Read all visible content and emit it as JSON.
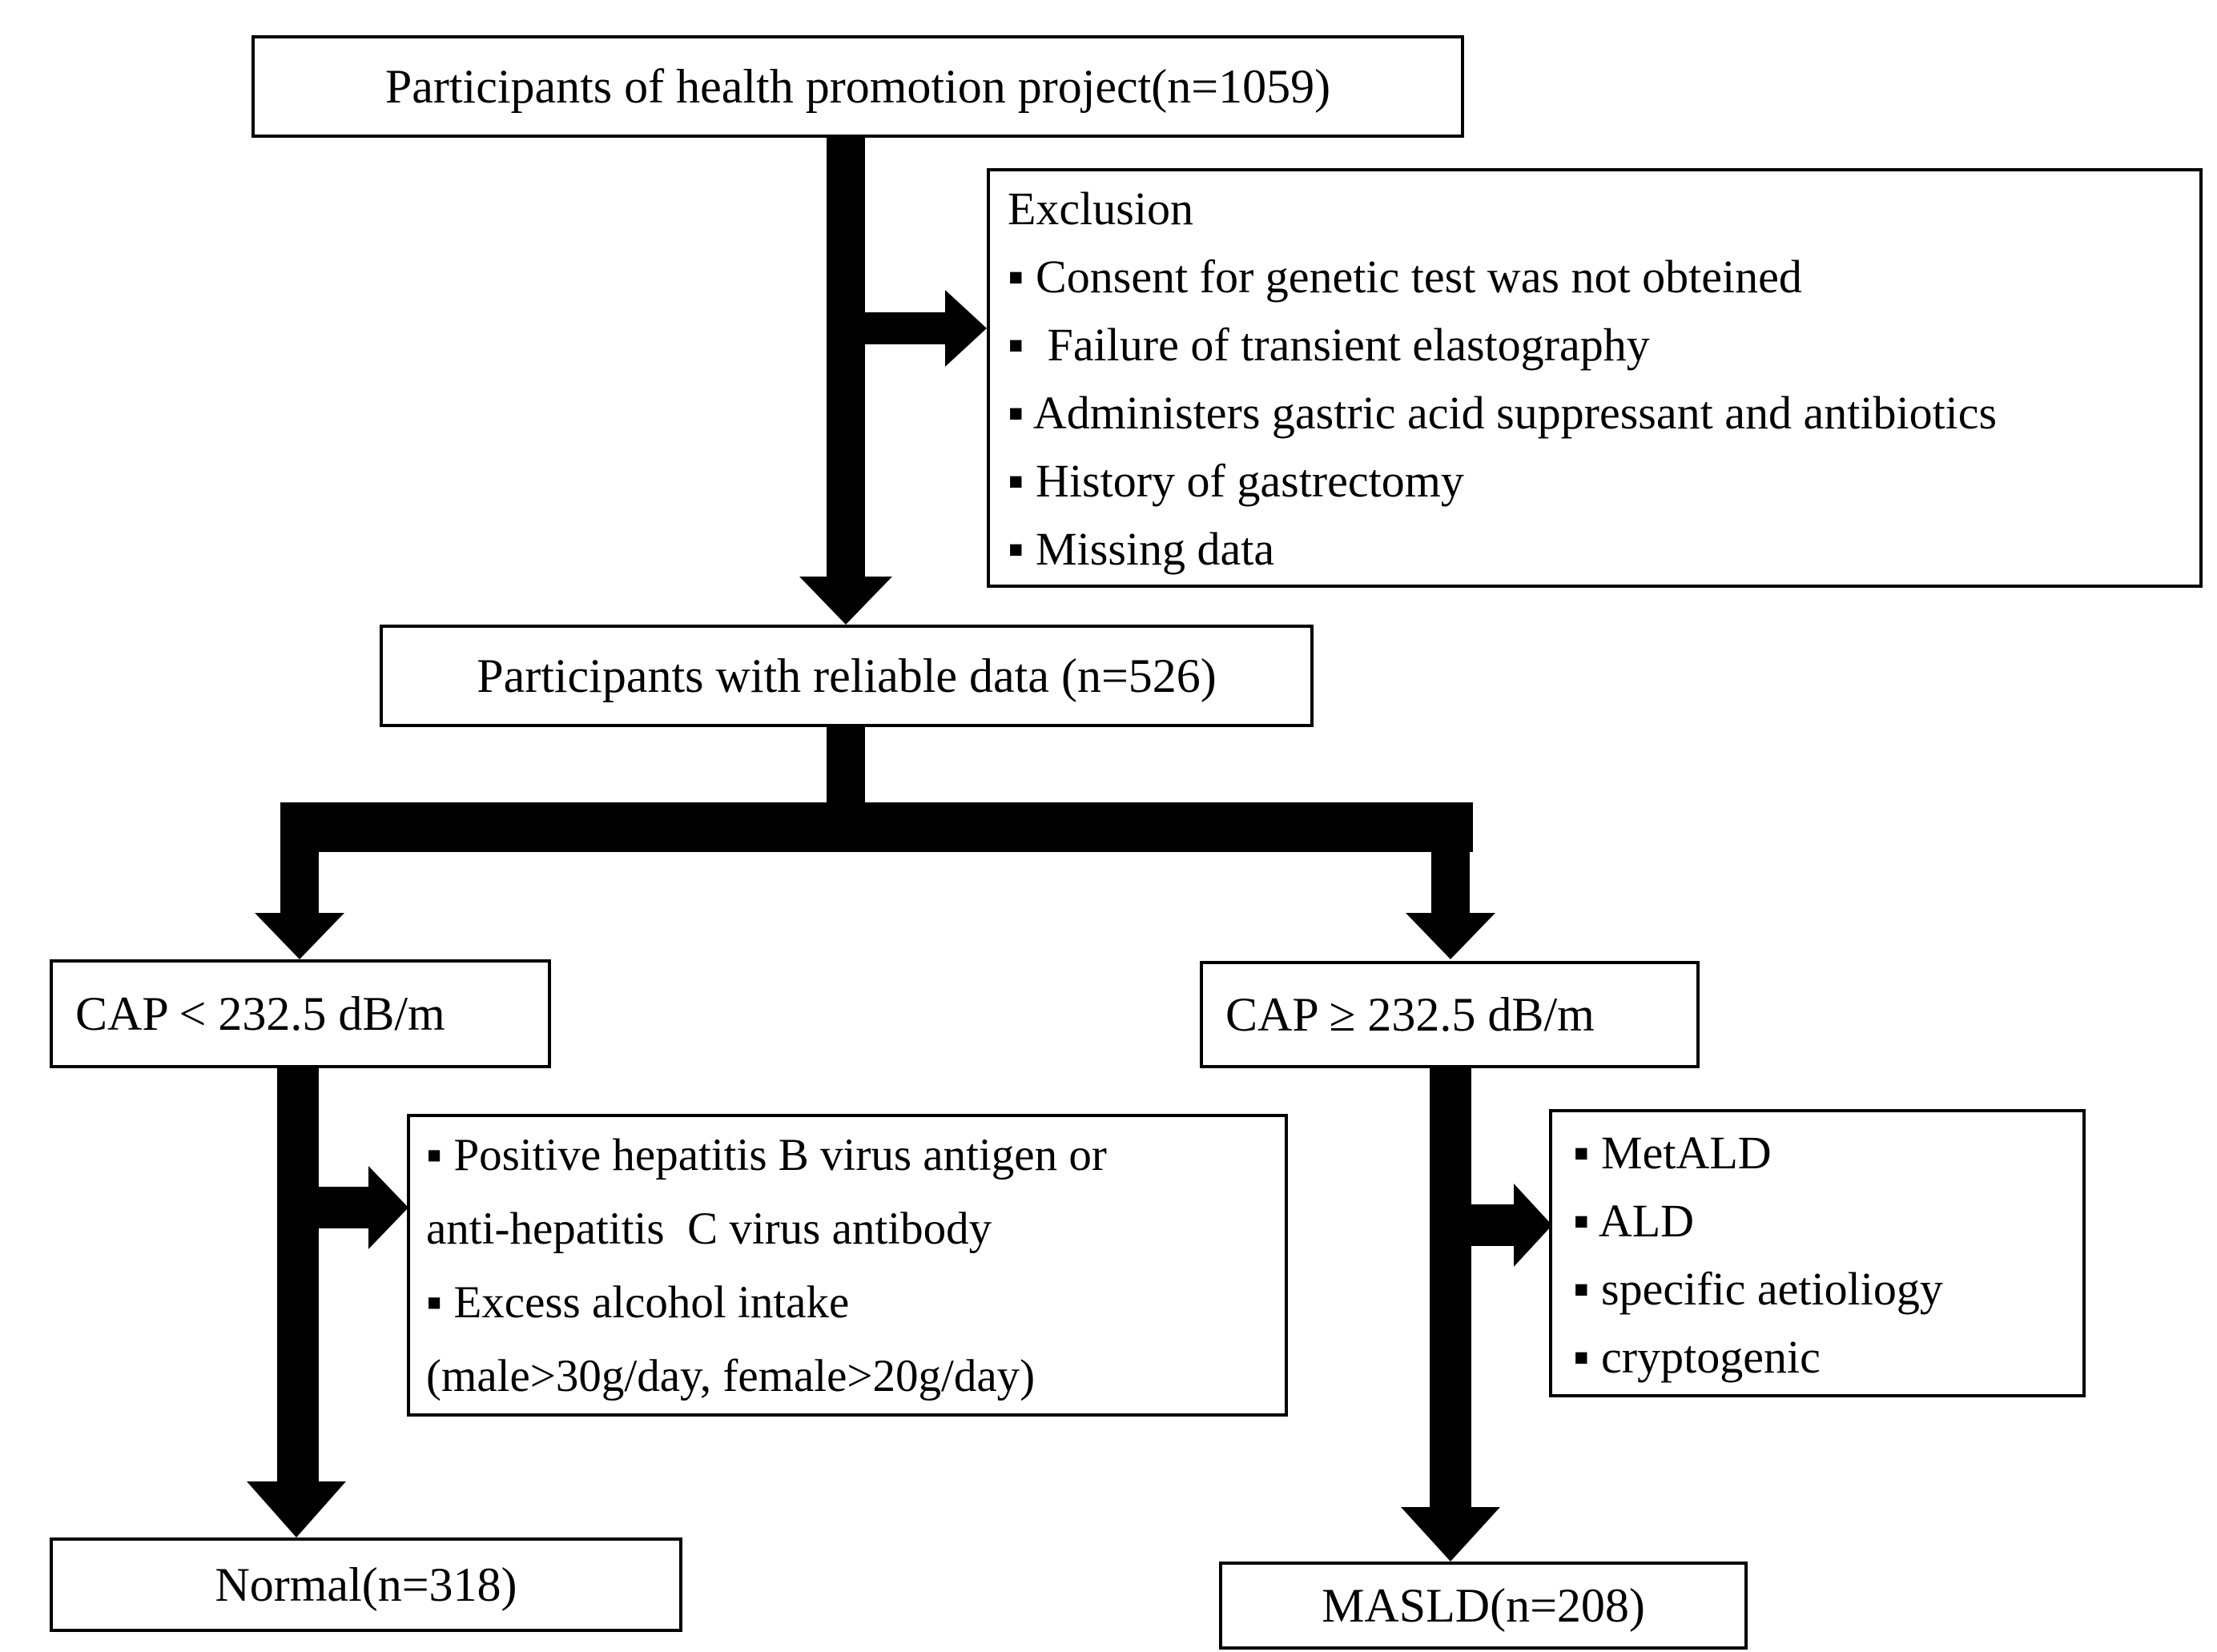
{
  "figure": {
    "type": "flowchart",
    "colors": {
      "line": "#000000",
      "background": "#ffffff",
      "text": "#000000"
    }
  },
  "nodes": {
    "top": {
      "label": "Participants of health promotion project(n=1059)"
    },
    "exclusion": {
      "title": "Exclusion",
      "items": [
        "▪ Consent for genetic test was not obteined",
        "▪  Failure of transient elastography",
        "▪ Administers gastric acid suppressant and antibiotics",
        "▪ History of gastrectomy",
        "▪ Missing data"
      ]
    },
    "reliable": {
      "label": "Participants with reliable data (n=526)"
    },
    "cap_low": {
      "label": "CAP < 232.5 dB/m"
    },
    "cap_high": {
      "label": "CAP ≥ 232.5 dB/m"
    },
    "cap_low_exclusion": {
      "lines": [
        "▪ Positive hepatitis B virus antigen or",
        "anti-hepatitis  C virus antibody",
        "▪ Excess alcohol intake",
        "(male>30g/day, female>20g/day)"
      ]
    },
    "masld_subtypes": {
      "items": [
        "▪ MetALD",
        "▪ ALD",
        "▪ specific aetioliogy",
        "▪ cryptogenic"
      ]
    },
    "normal": {
      "label": "Normal(n=318)"
    },
    "masld": {
      "label": "MASLD(n=208)"
    }
  },
  "edges": [
    {
      "from": "top",
      "to": "reliable",
      "side_branch_to": "exclusion"
    },
    {
      "from": "reliable",
      "to": "cap_low"
    },
    {
      "from": "reliable",
      "to": "cap_high"
    },
    {
      "from": "cap_low",
      "to": "normal",
      "side_branch_to": "cap_low_exclusion"
    },
    {
      "from": "cap_high",
      "to": "masld",
      "side_branch_to": "masld_subtypes"
    }
  ]
}
